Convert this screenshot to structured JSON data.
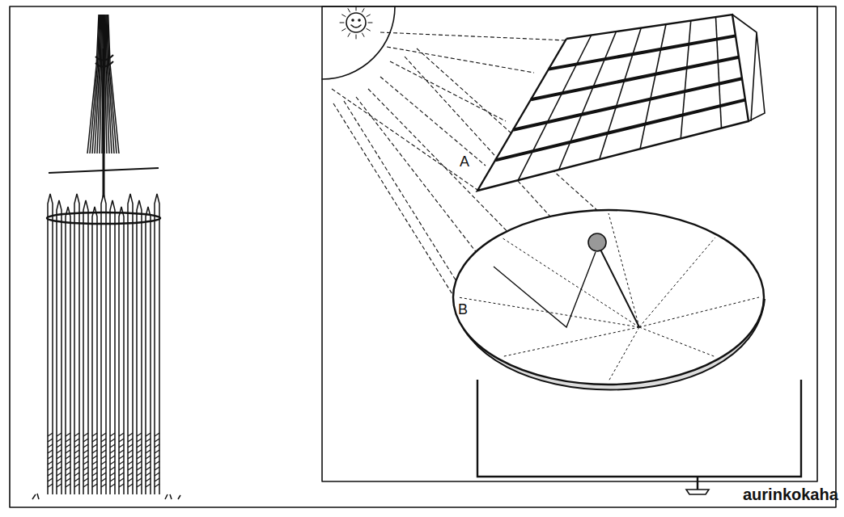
{
  "diagram": {
    "labels": [
      "A",
      "B",
      "aurinkokaha"
    ]
  }
}
